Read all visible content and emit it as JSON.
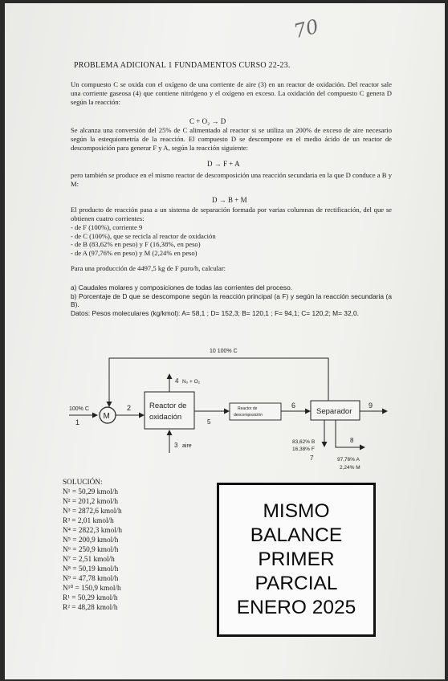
{
  "handwritten_grade": "70",
  "title": "PROBLEMA ADICIONAL 1 FUNDAMENTOS CURSO 22-23.",
  "intro_paragraph": "Un compuesto C se oxida con el oxígeno de una corriente de aire (3) en un reactor de oxidación. Del reactor sale una corriente gaseosa (4) que contiene nitrógeno y el oxígeno en exceso. La oxidación del compuesto C genera D según la reacción:",
  "reaction_1": "C + O₂ → D",
  "conversion_paragraph": "Se alcanza una conversión del 25% de C alimentado al reactor si se utiliza un 200% de exceso de aire necesario según la estequiometría de la reacción. El compuesto D se descompone en el medio ácido de un reactor de descomposición para generar F y A, según la reacción siguiente:",
  "reaction_2": "D → F + A",
  "secondary_paragraph": "pero también se produce en el mismo reactor de descomposición una reacción secundaria en la que D conduce a B y M:",
  "reaction_3": "D → B + M",
  "separation_intro": "El producto de reacción pasa a un sistema de separación formada por varias columnas de rectificación, del que se obtienen cuatro corrientes:",
  "separation_streams": [
    "- de F (100%), corriente 9",
    "- de C (100%), que se recicla al reactor de oxidación",
    "- de B (83,62% en peso) y F (16,38%, en peso)",
    "- de A (97,76% en peso) y M (2,24% en peso)"
  ],
  "production_line": "Para una producción de 4497,5 kg de F puro/h, calcular:",
  "questions": [
    "a) Caudales molares y composiciones de todas las corrientes del proceso.",
    "b) Porcentaje de D que se descompone según la reacción principal (a F) y según la reacción secundaria (a B)."
  ],
  "molecular_weights": "Datos: Pesos moleculares (kg/kmol): A= 58,1 ; D= 152,3; B= 120,1 ; F= 94,1; C= 120,2; M= 32,0.",
  "diagram": {
    "recycle_label": "10 100% C",
    "feed_label": "100% C",
    "feed_number": "1",
    "mixer_label": "M",
    "stream_2": "2",
    "stream_4_number": "4",
    "stream_4_label": "N₂ + O₂",
    "oxidation_reactor_line1": "Reactor de",
    "oxidation_reactor_line2": "oxidación",
    "stream_3_number": "3",
    "stream_3_label": "aire",
    "stream_5": "5",
    "decomposition_reactor_line1": "Reactor de",
    "decomposition_reactor_line2": "descomposición",
    "stream_6": "6",
    "separator_label": "Separador",
    "stream_9": "9",
    "stream_7_comp_b": "83,62% B",
    "stream_7_comp_f": "16,38% F",
    "stream_7": "7",
    "stream_8": "8",
    "stream_8_comp_a": "97,76% A",
    "stream_8_comp_m": "2,24% M"
  },
  "solution_title": "SOLUCIÓN:",
  "solution_lines": [
    "N¹ = 50,29 kmol/h",
    "N² = 201,2 kmol/h",
    "N³ = 2872,6 kmol/h",
    "R³ = 2,01 kmol/h",
    "N⁴ = 2822,3 kmol/h",
    "N⁵ = 200,9 kmol/h",
    "N⁶ = 250,9 kmol/h",
    "N⁷ = 2,51 kmol/h",
    "N⁸ = 50,19 kmol/h",
    "N⁹ = 47,78 kmol/h",
    "N¹⁰ = 150,9 kmol/h",
    "R¹ = 50,29 kmol/h",
    "R² = 48,28 kmol/h"
  ],
  "banner_lines": [
    "MISMO",
    "BALANCE",
    "PRIMER",
    "PARCIAL",
    "ENERO 2025"
  ]
}
